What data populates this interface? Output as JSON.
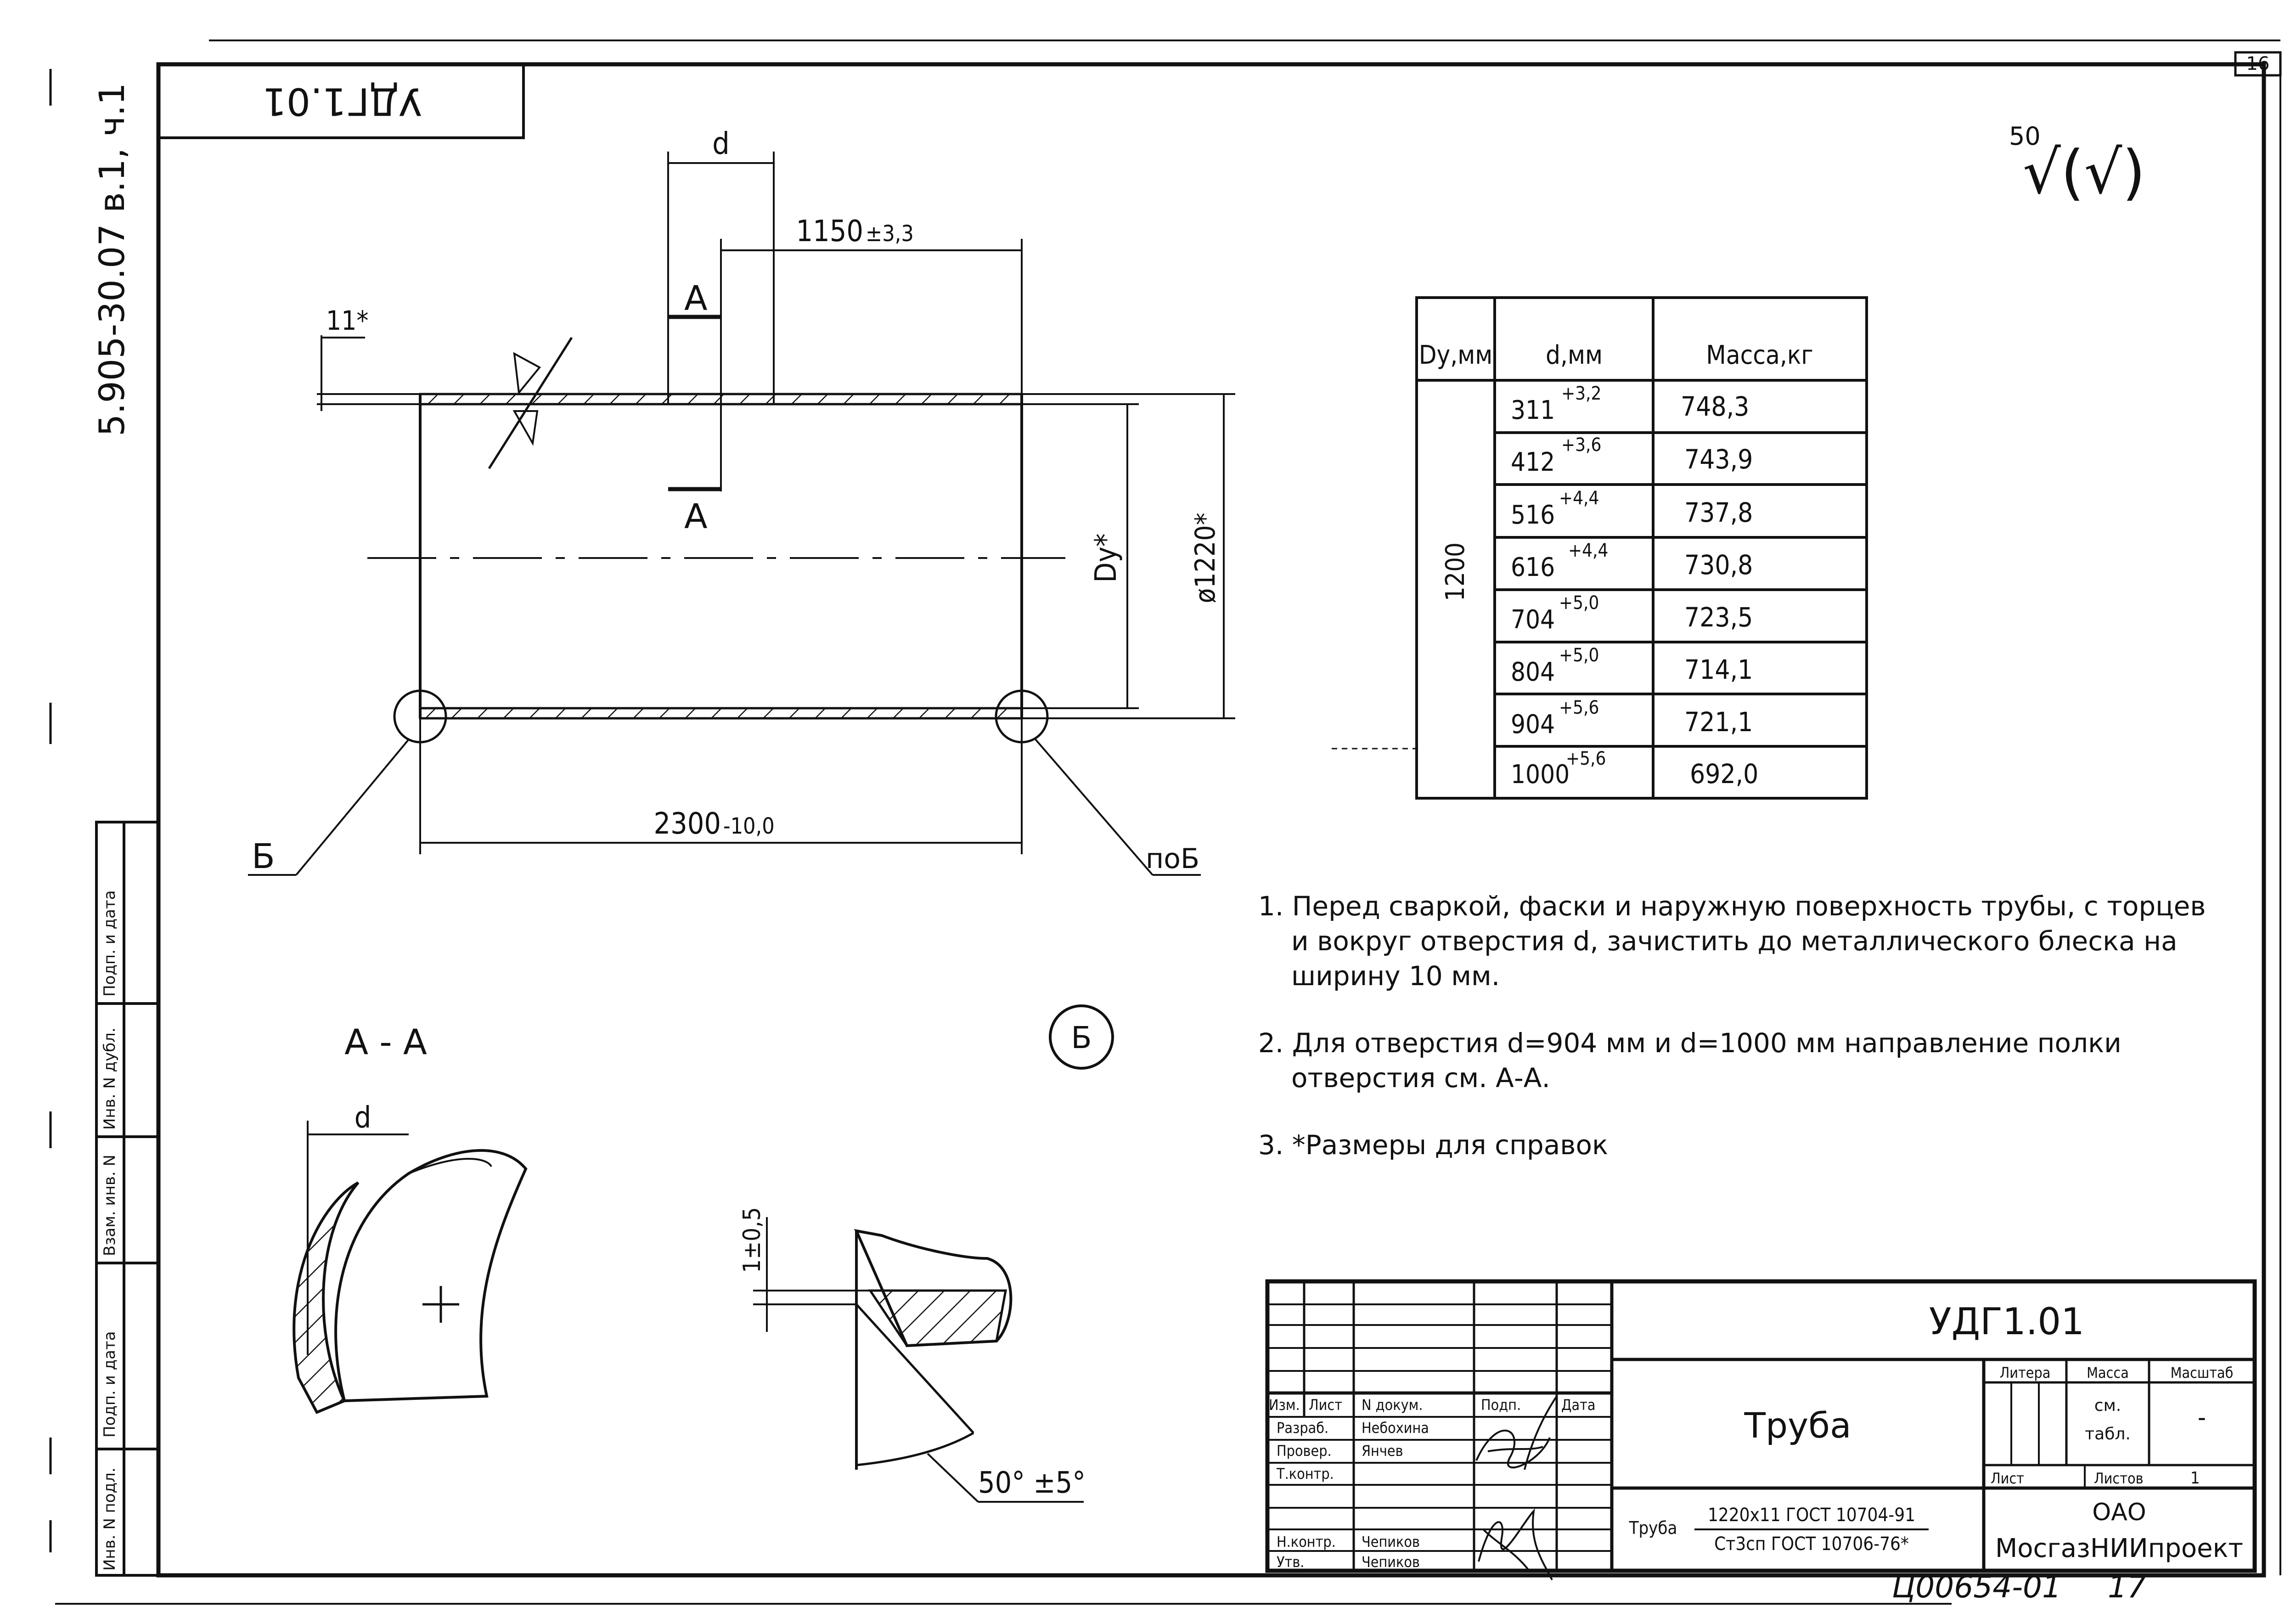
{
  "sheet_number": "16",
  "top_stamp": "УДГ1.01",
  "side_code": "5.905-30.07 в.1, ч.1",
  "roughness": {
    "value": "50",
    "symbol": "√(√)"
  },
  "dimensions": {
    "d": "d",
    "offset": "1150",
    "offset_tol": "±3,3",
    "wall": "11*",
    "length": "2300",
    "length_tol": "-10,0",
    "dy": "Dy*",
    "outer_diameter": "ø1220*",
    "section_mark": "А",
    "callout_b": "Б",
    "callout_b_mirror": "пoБ",
    "section_title": "А - А",
    "detail_mark": "Б",
    "gap": "1±0,5",
    "bevel_angle": "50° ±5°"
  },
  "table": {
    "headers": [
      "Dy,мм",
      "d,мм",
      "Масса,кг"
    ],
    "dy_value": "1200",
    "rows": [
      {
        "d": "311",
        "tol": "+3,2",
        "mass": "748,3"
      },
      {
        "d": "412",
        "tol": "+3,6",
        "mass": "743,9"
      },
      {
        "d": "516",
        "tol": "+4,4",
        "mass": "737,8"
      },
      {
        "d": "616",
        "tol": "+4,4",
        "mass": "730,8"
      },
      {
        "d": "704",
        "tol": "+5,0",
        "mass": "723,5"
      },
      {
        "d": "804",
        "tol": "+5,0",
        "mass": "714,1"
      },
      {
        "d": "904",
        "tol": "+5,6",
        "mass": "721,1"
      },
      {
        "d": "1000",
        "tol": "+5,6",
        "mass": "692,0"
      }
    ]
  },
  "notes": [
    "1. Перед сваркой, фаски и наружную поверхность трубы, с торцев и вокруг отверстия d, зачистить до металлического блеска на ширину 10 мм.",
    "2. Для отверстия d=904 мм и d=1000 мм направление полки отверстия см. А-А.",
    "3. *Размеры для справок"
  ],
  "left_strip": [
    "Инв. N подл.",
    "Подп. и дата",
    "Взам. инв. N",
    "Инв. N дубл.",
    "Подп. и дата"
  ],
  "title_block": {
    "designation": "УДГ1.01",
    "name": "Труба",
    "col_headers": [
      "Изм.",
      "Лист",
      "N докум.",
      "Подп.",
      "Дата"
    ],
    "roles": [
      {
        "role": "Разраб.",
        "person": "Небохина"
      },
      {
        "role": "Провер.",
        "person": "Янчев"
      },
      {
        "role": "Т.контр.",
        "person": ""
      },
      {
        "role": "Н.контр.",
        "person": "Чепиков"
      },
      {
        "role": "Утв.",
        "person": "Чепиков"
      }
    ],
    "litera_label": "Литера",
    "mass_label": "Масса",
    "scale_label": "Масштаб",
    "mass_value": "см. табл.",
    "scale_value": "-",
    "sheet_label": "Лист",
    "sheets_label": "Листов",
    "sheets_value": "1",
    "material_prefix": "Труба",
    "material_line1": "1220x11  ГОСТ 10704-91",
    "material_line2": "Ст3сп  ГОСТ 10706-76*",
    "organization_line1": "ОАО",
    "organization_line2": "МосгазНИИпроект"
  },
  "handwritten": {
    "code": "Ц00654-01",
    "page": "17"
  }
}
